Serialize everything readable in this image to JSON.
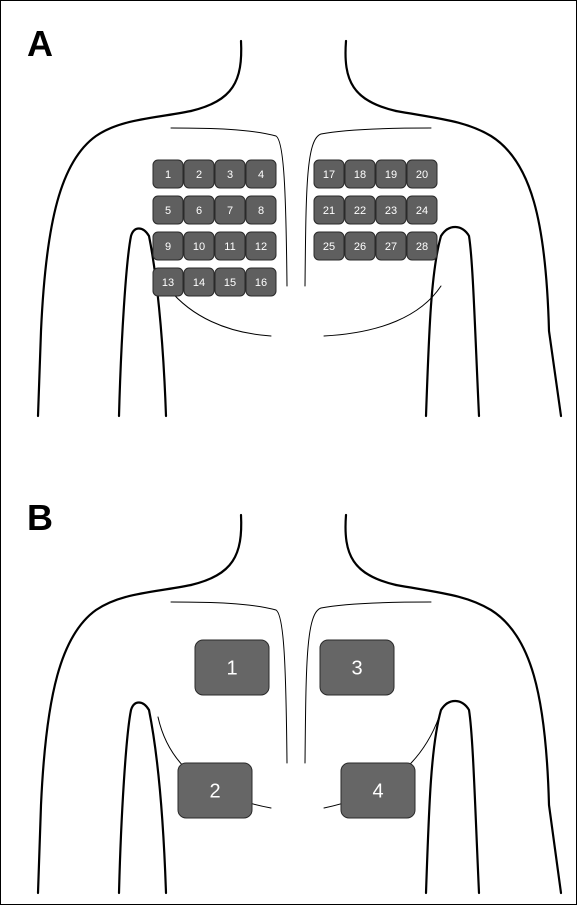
{
  "panel_a": {
    "letter": "A",
    "electrodes": [
      "1",
      "2",
      "3",
      "4",
      "5",
      "6",
      "7",
      "8",
      "9",
      "10",
      "11",
      "12",
      "13",
      "14",
      "15",
      "16",
      "17",
      "18",
      "19",
      "20",
      "21",
      "22",
      "23",
      "24",
      "25",
      "26",
      "27",
      "28"
    ]
  },
  "panel_b": {
    "letter": "B",
    "electrodes": [
      "1",
      "2",
      "3",
      "4"
    ]
  },
  "colors": {
    "electrode_fill": "#5f5f5f",
    "electrode_text": "#ffffff",
    "outline": "#000000"
  }
}
